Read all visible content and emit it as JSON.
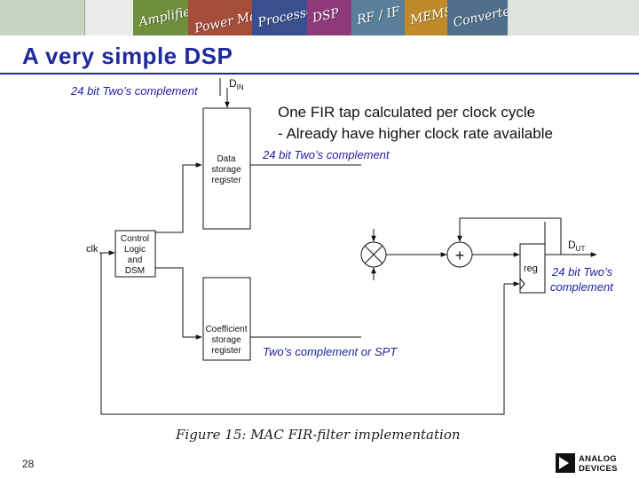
{
  "banner": {
    "tiles": [
      {
        "label": "Amplifiers",
        "color": "#6f8f3c"
      },
      {
        "label": "Power Management",
        "color": "#a64d3a"
      },
      {
        "label": "Processors",
        "color": "#3a4f8f"
      },
      {
        "label": "DSP",
        "color": "#8f3a7a"
      },
      {
        "label": "RF / IF",
        "color": "#5a7f9a"
      },
      {
        "label": "MEMS",
        "color": "#c08a2a"
      },
      {
        "label": "Converters",
        "color": "#4f6f8a"
      }
    ]
  },
  "slide": {
    "title": "A very simple DSP",
    "page_number": "28",
    "caption": "Figure 15: MAC FIR-filter implementation"
  },
  "notes": {
    "line1": "One FIR tap calculated per clock cycle",
    "line2": "- Already have higher clock rate available"
  },
  "labels": {
    "din_format": "24 bit Two’s complement",
    "coef_out_format": "24 bit Two’s complement",
    "dout_format_1": "24 bit Two’s",
    "dout_format_2": "complement",
    "coef_format": "Two’s complement or SPT"
  },
  "diagram": {
    "din": "D",
    "din_sub": "IN",
    "dout": "D",
    "dout_sub": "UT",
    "clk": "clk",
    "data_reg": [
      "Data",
      "storage",
      "register"
    ],
    "ctrl": [
      "Control",
      "Logic",
      "and",
      "DSM"
    ],
    "coef_reg": [
      "Coefficient",
      "storage",
      "register"
    ],
    "reg": "reg",
    "adder_symbol": "+"
  },
  "logo": {
    "line1": "ANALOG",
    "line2": "DEVICES"
  }
}
